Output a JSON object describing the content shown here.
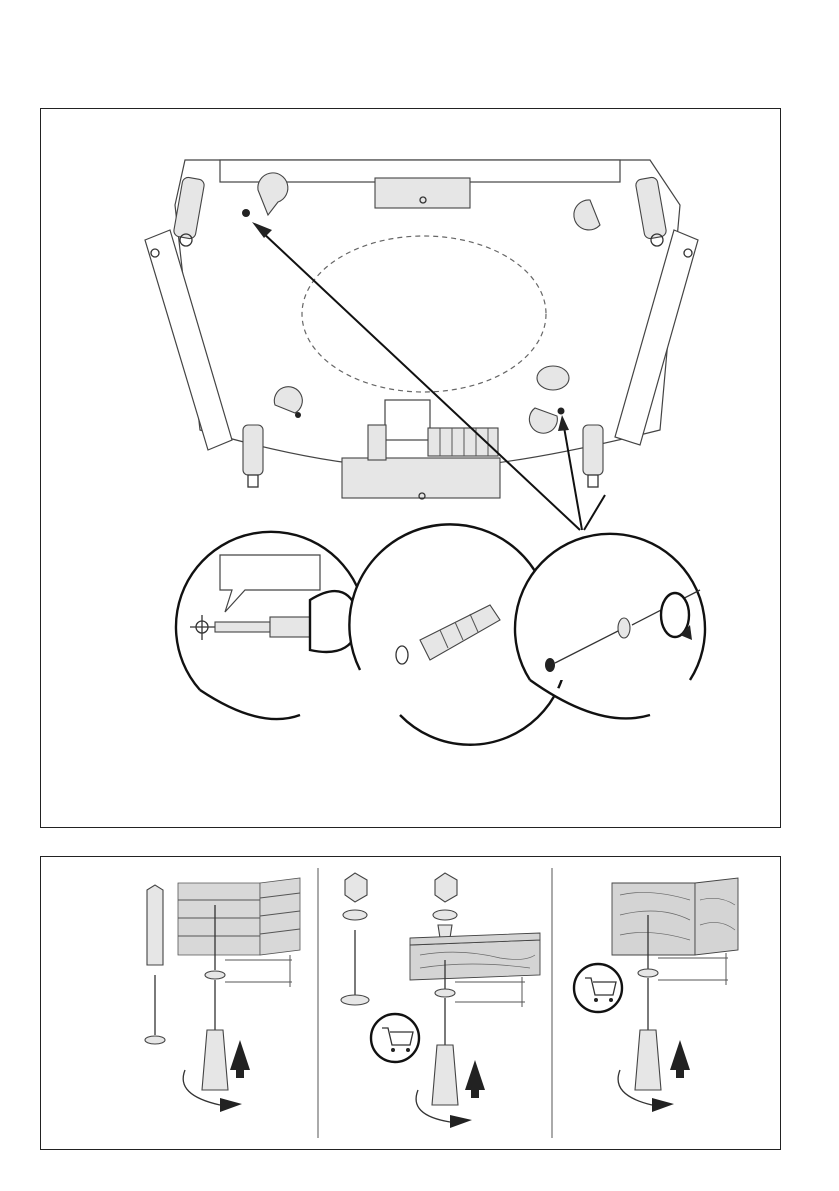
{
  "figure": {
    "top_panel": {
      "steps": [
        {
          "name": "drill",
          "icon": "drill-icon"
        },
        {
          "name": "wall-plug",
          "icon": "wall-plug-icon"
        },
        {
          "name": "screw",
          "icon": "screwdriver-icon"
        }
      ],
      "callout_text": ""
    },
    "bottom_panels": [
      {
        "name": "masonry-wall",
        "icon": "brick-wall-icon",
        "shopping_cart": false
      },
      {
        "name": "bolt-through-board",
        "icon": "bolt-icon",
        "shopping_cart": true
      },
      {
        "name": "wood-ceiling",
        "icon": "wood-board-icon",
        "shopping_cart": true
      }
    ],
    "colors": {
      "line": "#333333",
      "fill": "#e6e6e6",
      "background": "#ffffff"
    }
  }
}
